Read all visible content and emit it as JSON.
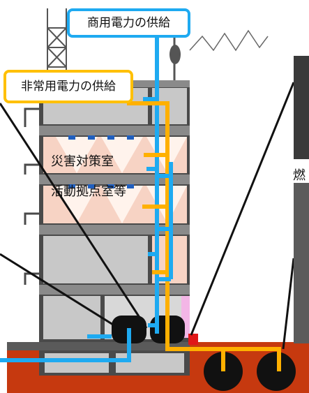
{
  "callouts": {
    "commercial_power": "商用電力の供給",
    "emergency_power": "非常用電力の供給"
  },
  "rooms": {
    "disaster_control": "災害対策室",
    "activity_base": "活動拠点室等"
  },
  "photo": {
    "caption_fragment": "燃"
  },
  "colors": {
    "commercial_line": "#1eaaf1",
    "emergency_line": "#ffb000",
    "ground": "#c6390f",
    "floor": "#8a8a8a",
    "room": "#c8c8c8",
    "wall": "#4a4a4a"
  }
}
